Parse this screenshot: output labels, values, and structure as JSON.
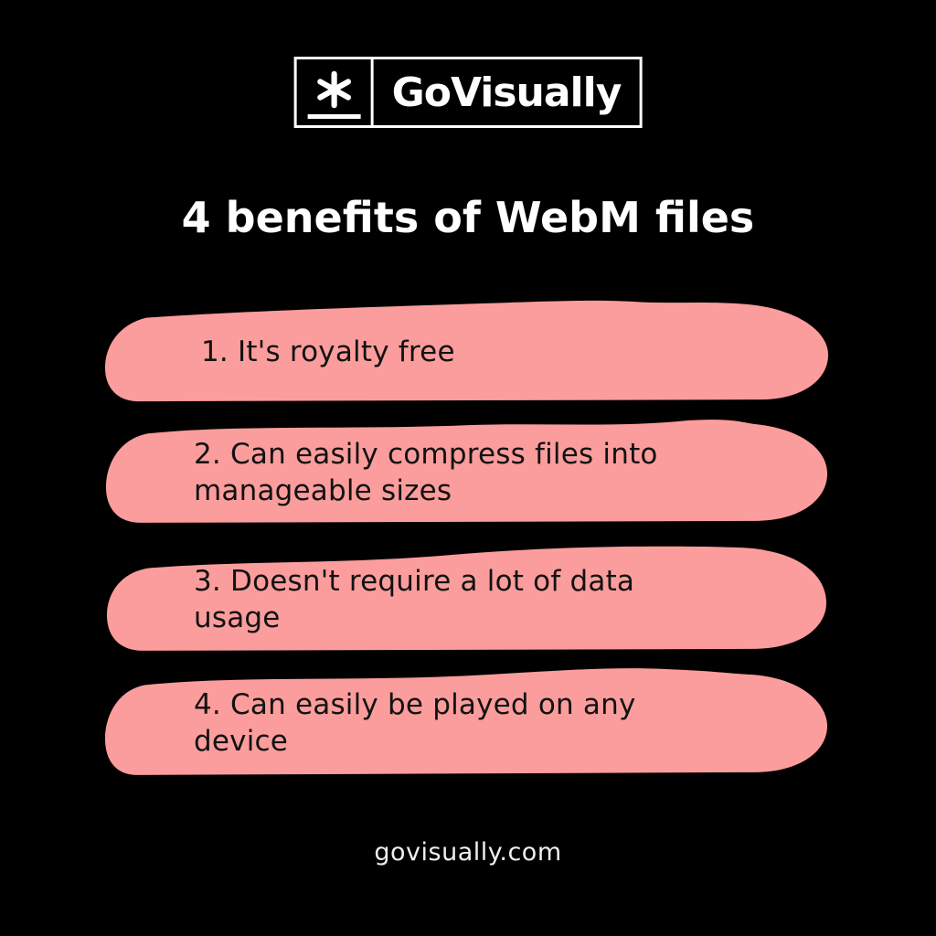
{
  "colors": {
    "background": "#000000",
    "blob": "#FB9D9C",
    "blob_text": "#121212",
    "title_text": "#FFFFFF",
    "footer_text": "#EFEFEF",
    "logo_border": "#FFFFFF"
  },
  "logo": {
    "brand": "GoVisually",
    "icon": "asterisk-icon"
  },
  "title": "4 benefits of WebM files",
  "benefits": [
    {
      "number": 1,
      "lines": [
        "1. It's royalty free"
      ]
    },
    {
      "number": 2,
      "lines": [
        "2. Can easily compress files into",
        "manageable sizes"
      ]
    },
    {
      "number": 3,
      "lines": [
        "3. Doesn't require a lot of data",
        "usage"
      ]
    },
    {
      "number": 4,
      "lines": [
        "4. Can easily be played on any",
        "device"
      ]
    }
  ],
  "footer": {
    "website": "govisually.com"
  }
}
